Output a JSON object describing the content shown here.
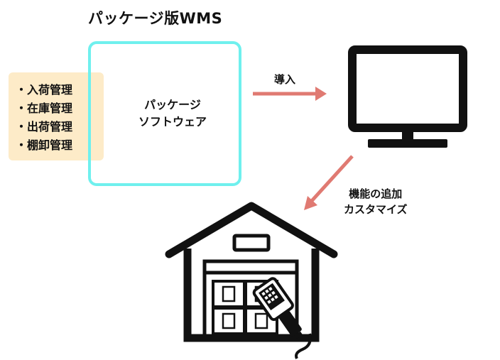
{
  "title": "パッケージ版WMS",
  "features": {
    "items": [
      "・入荷管理",
      "・在庫管理",
      "・出荷管理",
      "・棚卸管理"
    ]
  },
  "software": {
    "line1": "パッケージ",
    "line2": "ソフトウェア"
  },
  "arrows": {
    "intro_label": "導入",
    "custom_label_line1": "機能の追加",
    "custom_label_line2": "カスタマイズ"
  },
  "colors": {
    "box_border": "#6ff0ee",
    "feature_bg": "#fdebc8",
    "arrow": "#e07a72",
    "icon": "#111111"
  },
  "icons": {
    "monitor": "monitor-icon",
    "warehouse": "warehouse-icon",
    "scanner": "barcode-scanner-icon"
  }
}
